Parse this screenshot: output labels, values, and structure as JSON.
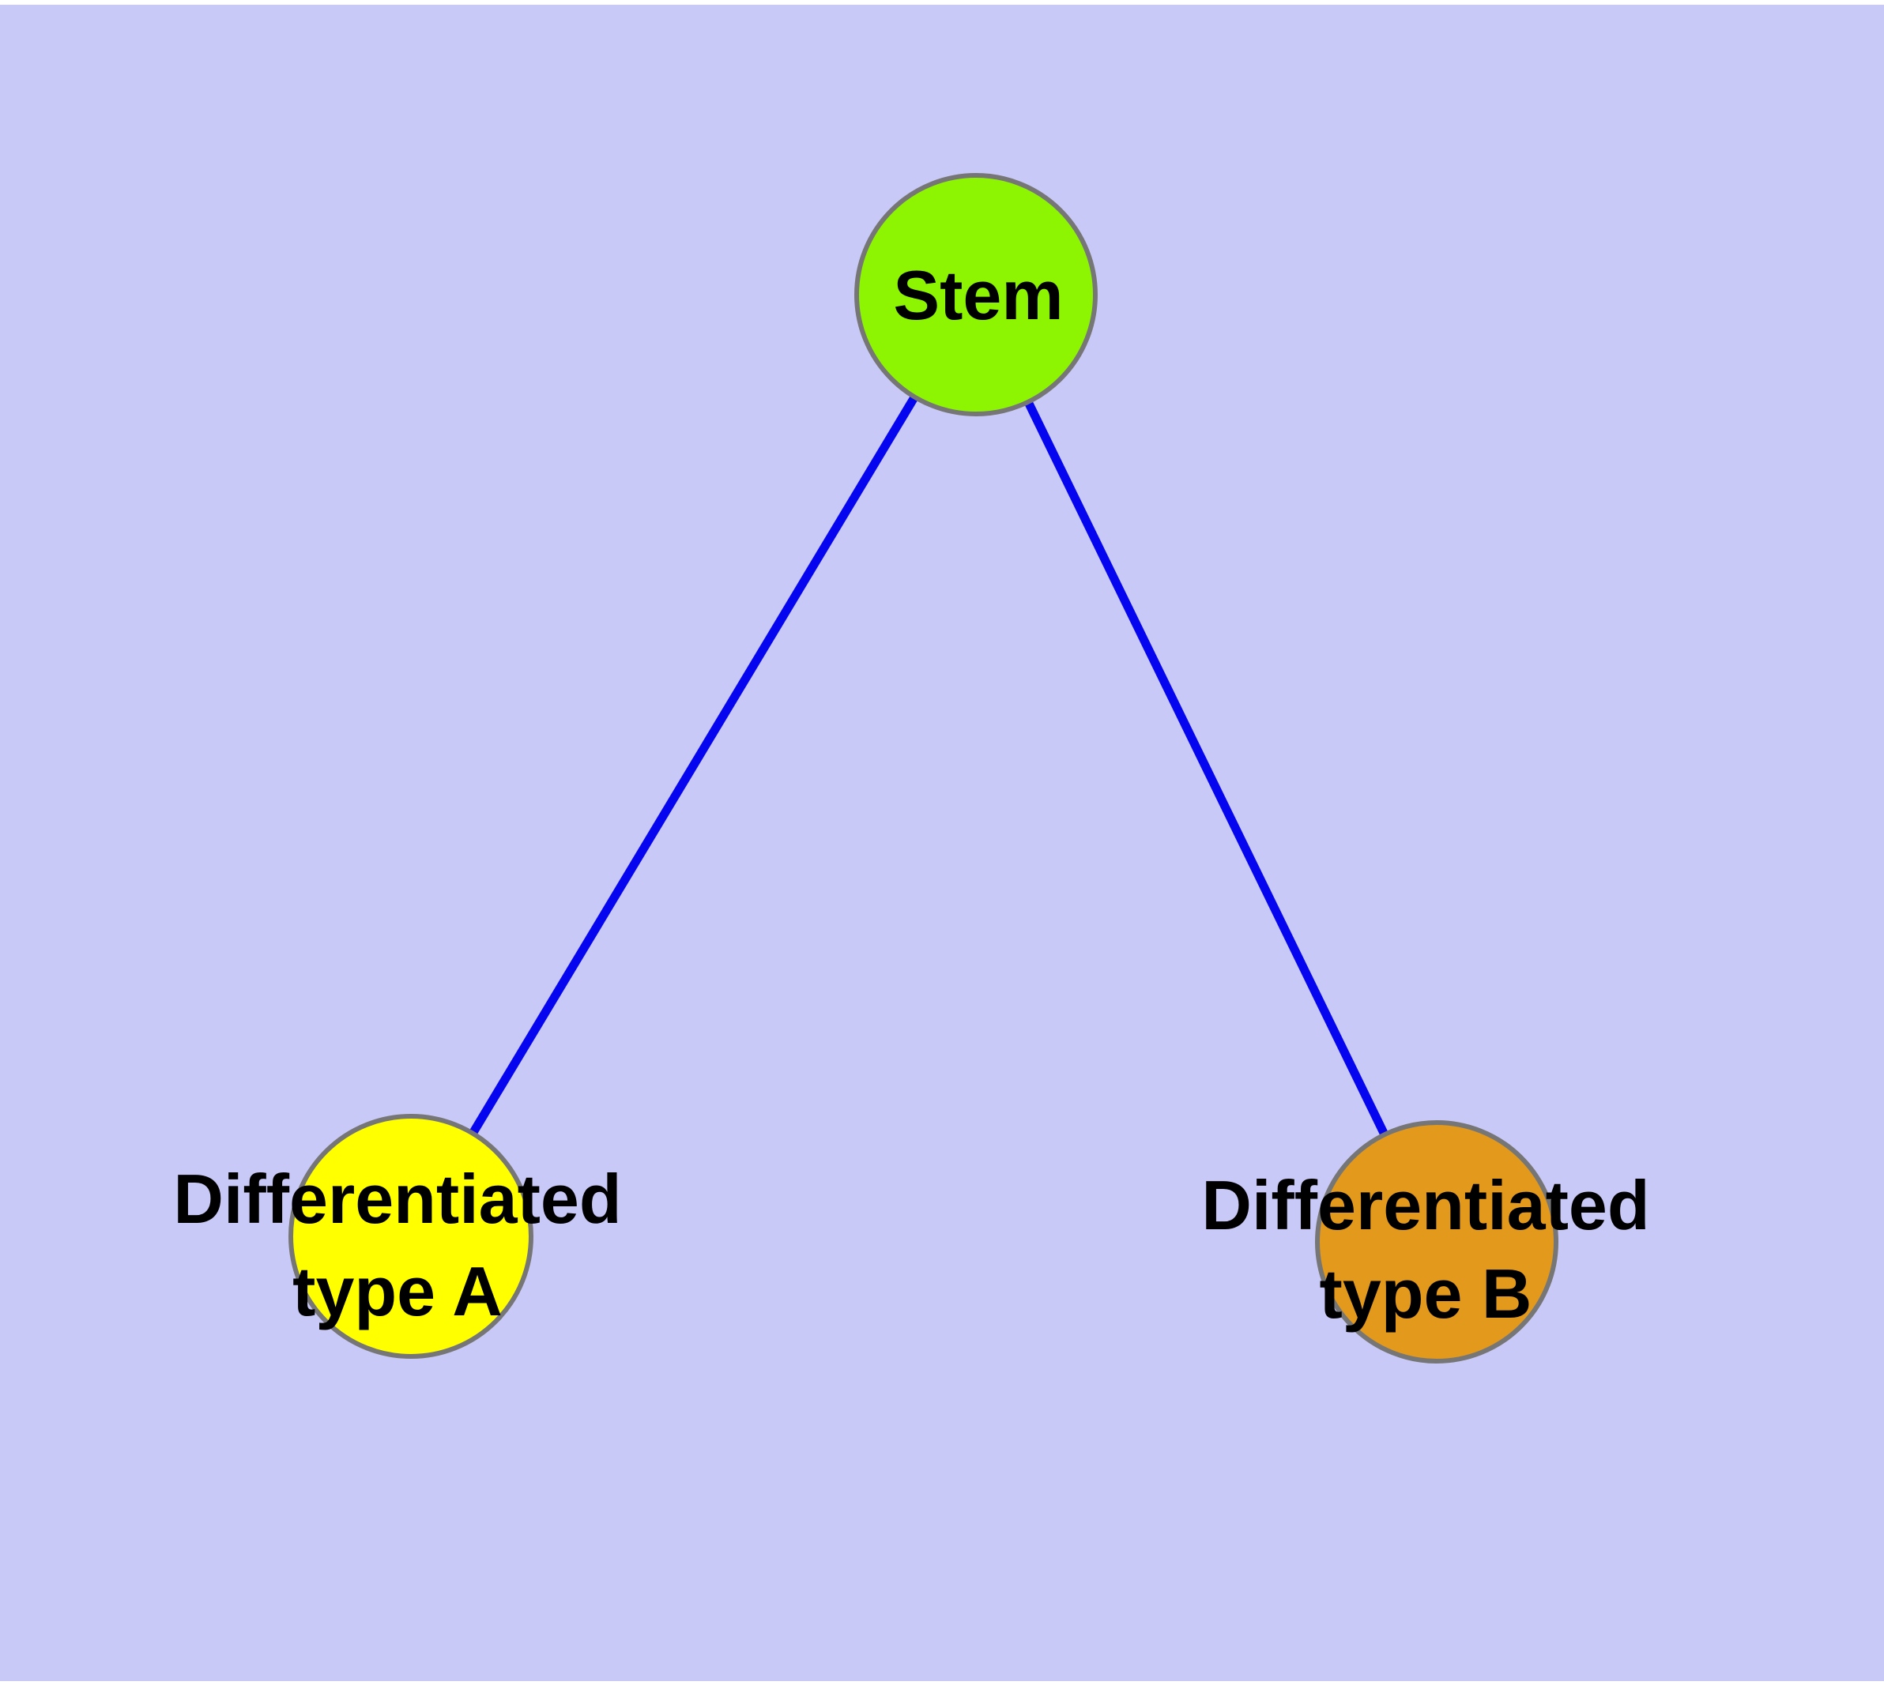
{
  "diagram": {
    "background_color": "#C9C9F8",
    "edge_color": "#0505F0",
    "node_border_color": "#767676",
    "label_color": "#000000",
    "nodes": [
      {
        "id": "stem",
        "label": "Stem",
        "fill": "#8DF502"
      },
      {
        "id": "differentiated-type-a",
        "label_line1": "Differentiated",
        "label_line2": "type A",
        "fill": "#FFFF00"
      },
      {
        "id": "differentiated-type-b",
        "label_line1": "Differentiated",
        "label_line2": "type B",
        "fill": "#E2991C"
      }
    ],
    "edges": [
      {
        "from": "stem",
        "to": "differentiated-type-a"
      },
      {
        "from": "stem",
        "to": "differentiated-type-b"
      }
    ]
  }
}
